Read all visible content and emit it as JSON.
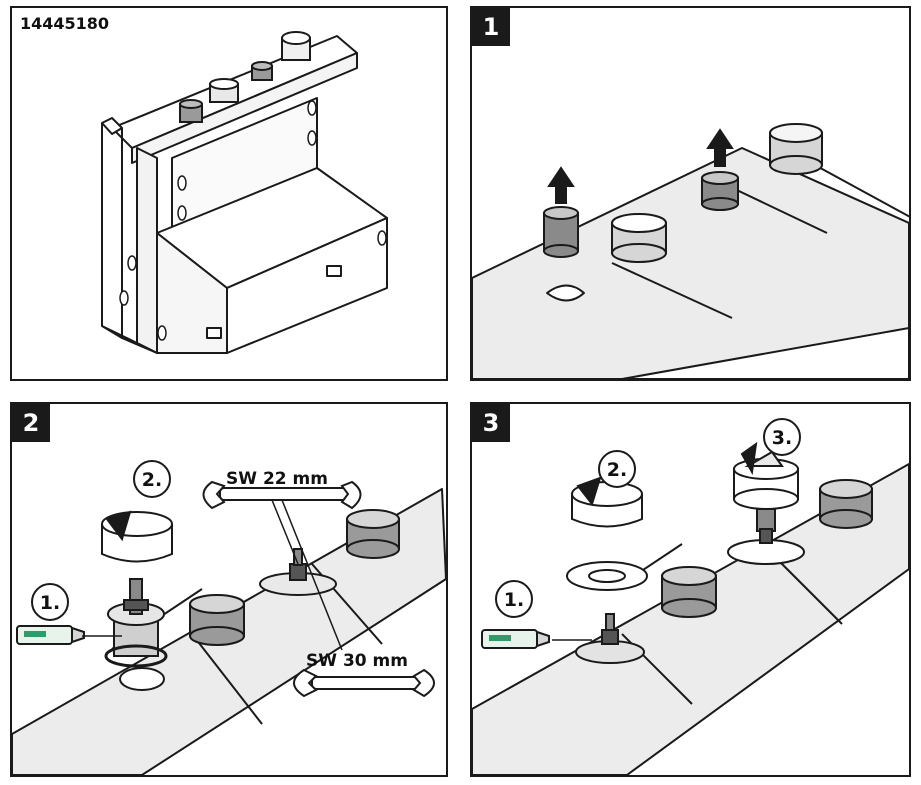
{
  "product": {
    "article_number": "14445180"
  },
  "steps": [
    {
      "number": "1"
    },
    {
      "number": "2",
      "substeps": [
        "1.",
        "2."
      ],
      "wrench_sizes": [
        "SW 22 mm",
        "SW 30 mm"
      ]
    },
    {
      "number": "3",
      "substeps": [
        "1.",
        "2.",
        "3."
      ]
    }
  ],
  "colors": {
    "line": "#1a1a1a",
    "tile": "#ececec",
    "part_dark": "#7a7a7a",
    "part_mid": "#b0b0b0",
    "grease_green": "#2f9a6a"
  }
}
